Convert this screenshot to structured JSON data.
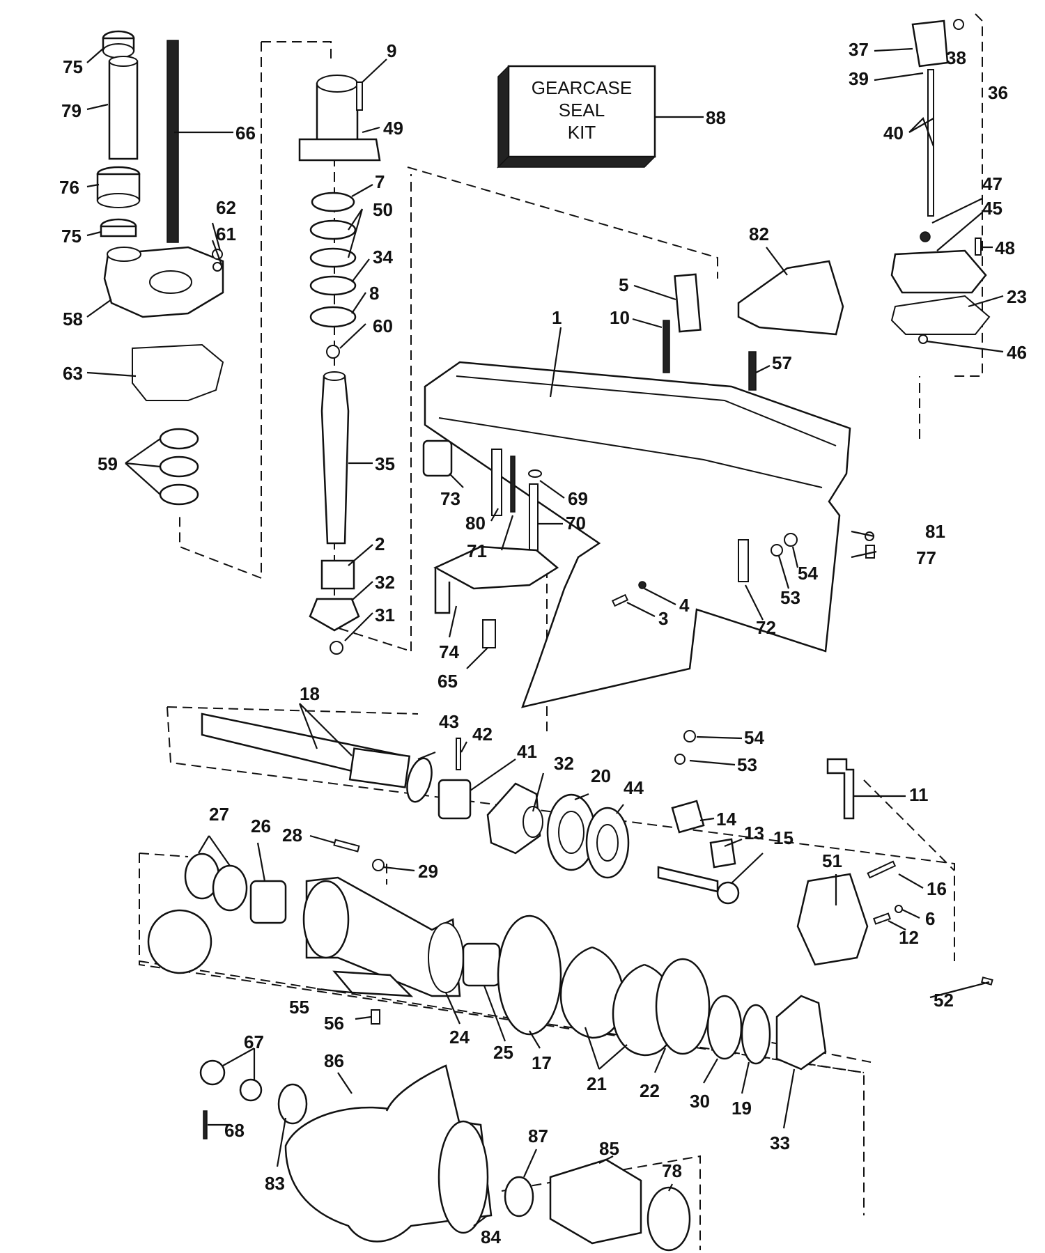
{
  "kit": {
    "line1": "GEARCASE",
    "line2": "SEAL",
    "line3": "KIT"
  },
  "callouts": [
    "75",
    "79",
    "76",
    "75",
    "58",
    "63",
    "59",
    "66",
    "62",
    "61",
    "9",
    "49",
    "7",
    "50",
    "34",
    "8",
    "60",
    "35",
    "2",
    "32",
    "31",
    "88",
    "37",
    "38",
    "39",
    "36",
    "40",
    "47",
    "45",
    "48",
    "82",
    "23",
    "46",
    "5",
    "10",
    "1",
    "57",
    "73",
    "80",
    "69",
    "71",
    "70",
    "81",
    "77",
    "54",
    "53",
    "4",
    "3",
    "72",
    "74",
    "65",
    "18",
    "43",
    "42",
    "41",
    "32",
    "20",
    "44",
    "54",
    "53",
    "11",
    "27",
    "26",
    "28",
    "29",
    "14",
    "13",
    "15",
    "51",
    "16",
    "6",
    "12",
    "52",
    "55",
    "56",
    "24",
    "25",
    "17",
    "21",
    "22",
    "30",
    "19",
    "33",
    "67",
    "86",
    "68",
    "83",
    "87",
    "85",
    "78",
    "84"
  ]
}
